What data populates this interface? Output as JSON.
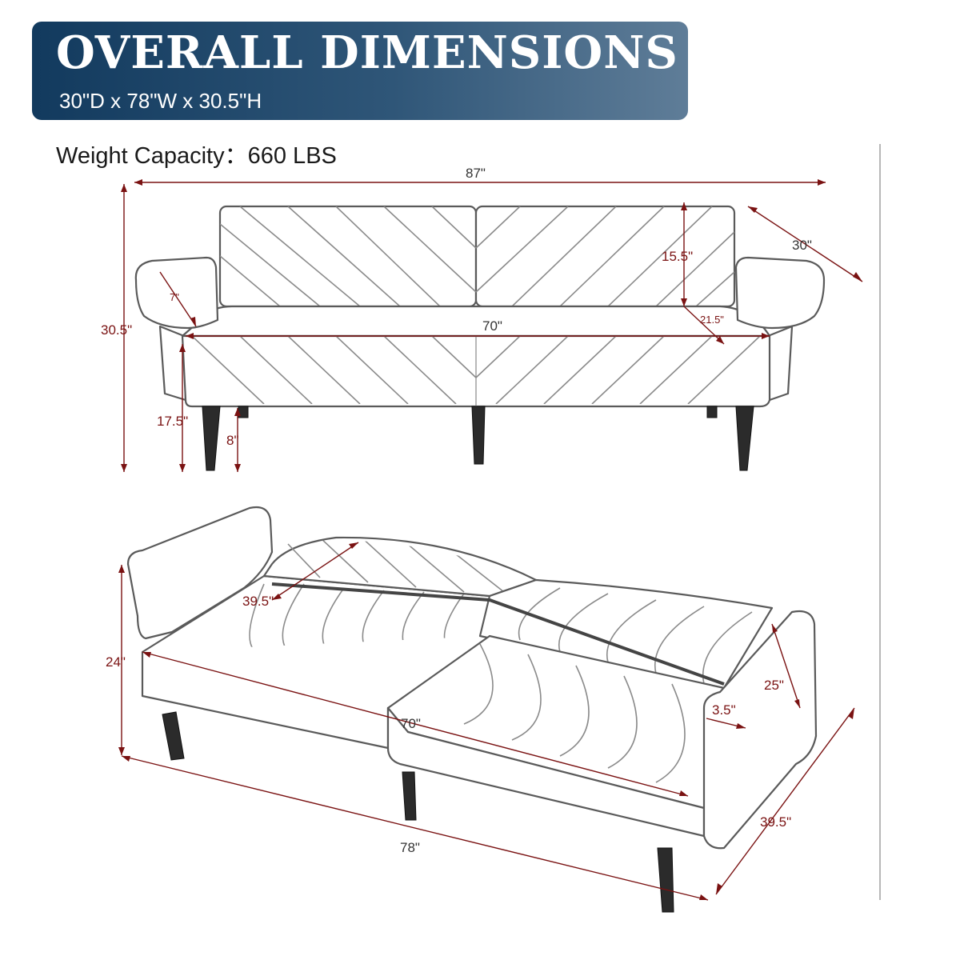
{
  "header": {
    "title": "OVERALL DIMENSIONS",
    "subtitle": "30\"D x 78\"W x 30.5\"H"
  },
  "weight_capacity": "Weight Capacity：660 LBS",
  "colors": {
    "banner_dark": "#123a5e",
    "banner_light": "#5f7d98",
    "dimension_red": "#7a1212"
  },
  "sofa_view": {
    "width_overall": "87\"",
    "depth": "30\"",
    "height_overall": "30.5\"",
    "back_height": "15.5\"",
    "seat_width": "70\"",
    "seat_depth": "21.5\"",
    "arm_width": "7\"",
    "seat_height": "17.5\"",
    "leg_height": "8\""
  },
  "bed_view": {
    "back_length": "39.5\"",
    "height": "24\"",
    "sleep_length": "70\"",
    "arm_height": "25\"",
    "arm_thickness": "3.5\"",
    "bed_depth": "39.5\"",
    "width": "78\""
  }
}
